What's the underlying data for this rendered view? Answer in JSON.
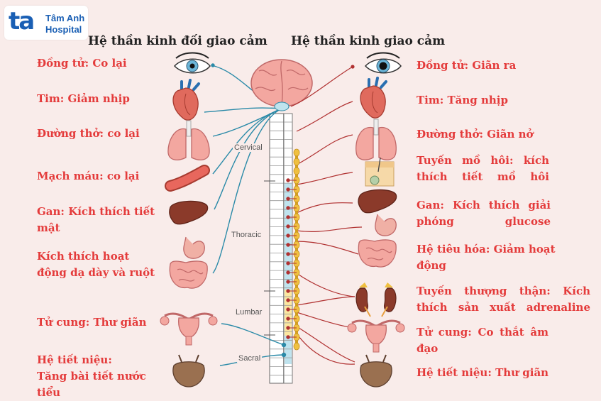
{
  "logo": {
    "mark": "ta",
    "line1": "Tâm Anh",
    "line2": "Hospital"
  },
  "titles": {
    "parasympathetic": "Hệ thần kinh đối giao cảm",
    "sympathetic": "Hệ thần kinh giao cảm"
  },
  "spine_segments": {
    "cervical": "Cervical",
    "thoracic": "Thoracic",
    "lumbar": "Lumbar",
    "sacral": "Sacral"
  },
  "left_labels": [
    {
      "lines": [
        "Đồng tử: Co lại"
      ]
    },
    {
      "lines": [
        "Tim: Giảm nhịp"
      ]
    },
    {
      "lines": [
        "Đường thở: co lại"
      ]
    },
    {
      "lines": [
        "Mạch máu: co lại"
      ]
    },
    {
      "lines": [
        "Gan: Kích thích tiết",
        "mật"
      ]
    },
    {
      "lines": [
        "Kích thích hoạt",
        "động dạ dày và ruột"
      ]
    },
    {
      "lines": [
        "Tử cung: Thư giãn"
      ]
    },
    {
      "lines": [
        "Hệ tiết niệu:",
        "Tăng bài tiết nước",
        "tiểu"
      ]
    }
  ],
  "right_labels": [
    {
      "lines": [
        "Đồng tử: Giãn ra"
      ]
    },
    {
      "lines": [
        "Tim: Tăng nhịp"
      ]
    },
    {
      "lines": [
        "Đường thở: Giãn nở"
      ]
    },
    {
      "lines": [
        "Tuyến mồ hôi: kích",
        "thích tiết mồ hôi"
      ]
    },
    {
      "lines": [
        "Gan: Kích thích giải",
        "phóng glucose"
      ]
    },
    {
      "lines": [
        "Hệ tiêu hóa: Giảm hoạt",
        "động"
      ]
    },
    {
      "lines": [
        "Tuyến thượng thận: Kích",
        "thích sản xuất adrenaline"
      ]
    },
    {
      "lines": [
        "Tử cung: Co thắt âm",
        "đạo"
      ]
    },
    {
      "lines": [
        "Hệ tiết niệu: Thư giãn"
      ]
    }
  ],
  "colors": {
    "label_red": "#e43b3b",
    "para_nerve": "#2a8aa8",
    "symp_nerve": "#b03030",
    "ganglion": "#f0c040",
    "spine_blue": "#bfe3ee",
    "spine_yellow": "#fbe7a0",
    "brain": "#f3a7a0",
    "background": "#f9ecea"
  },
  "icons": [
    "eye-icon",
    "heart-icon",
    "lungs-icon",
    "blood-vessel-icon",
    "liver-icon",
    "stomach-intestine-icon",
    "uterus-icon",
    "bladder-icon",
    "sweat-gland-icon",
    "adrenal-kidney-icon",
    "brain-icon",
    "spinal-cord-icon"
  ]
}
